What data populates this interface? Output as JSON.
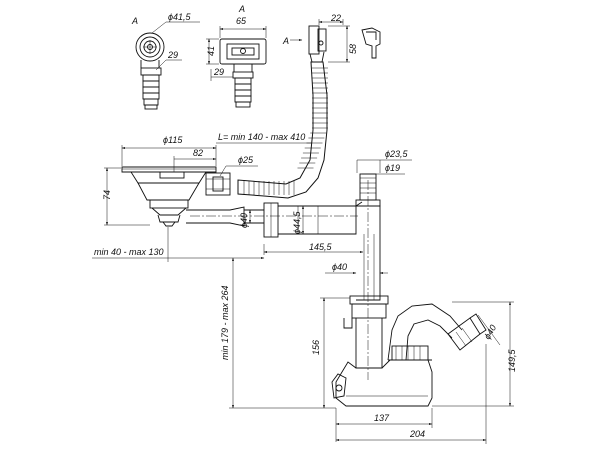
{
  "view_markers": {
    "top_left": "A",
    "top_mid": "A",
    "arrow": "A"
  },
  "dimensions": {
    "d41_5": "ϕ41,5",
    "d29_a": "29",
    "w65": "65",
    "h41": "41",
    "d29_b": "29",
    "w22": "22",
    "h58": "58",
    "d115": "ϕ115",
    "w82": "82",
    "hose_length": "L= min 140 - max 410",
    "d25": "ϕ25",
    "h74": "74",
    "d40_a": "ϕ40",
    "d44_5": "ϕ44,5",
    "w145_5": "145,5",
    "d23_5": "ϕ23,5",
    "d19": "ϕ19",
    "range_40_130": "min 40 - max 130",
    "d40_b": "ϕ40",
    "range_179_264": "min 179 - max 264",
    "h156": "156",
    "d40_c": "ϕ40",
    "h149_5": "149,5",
    "w137": "137",
    "w204": "204"
  }
}
